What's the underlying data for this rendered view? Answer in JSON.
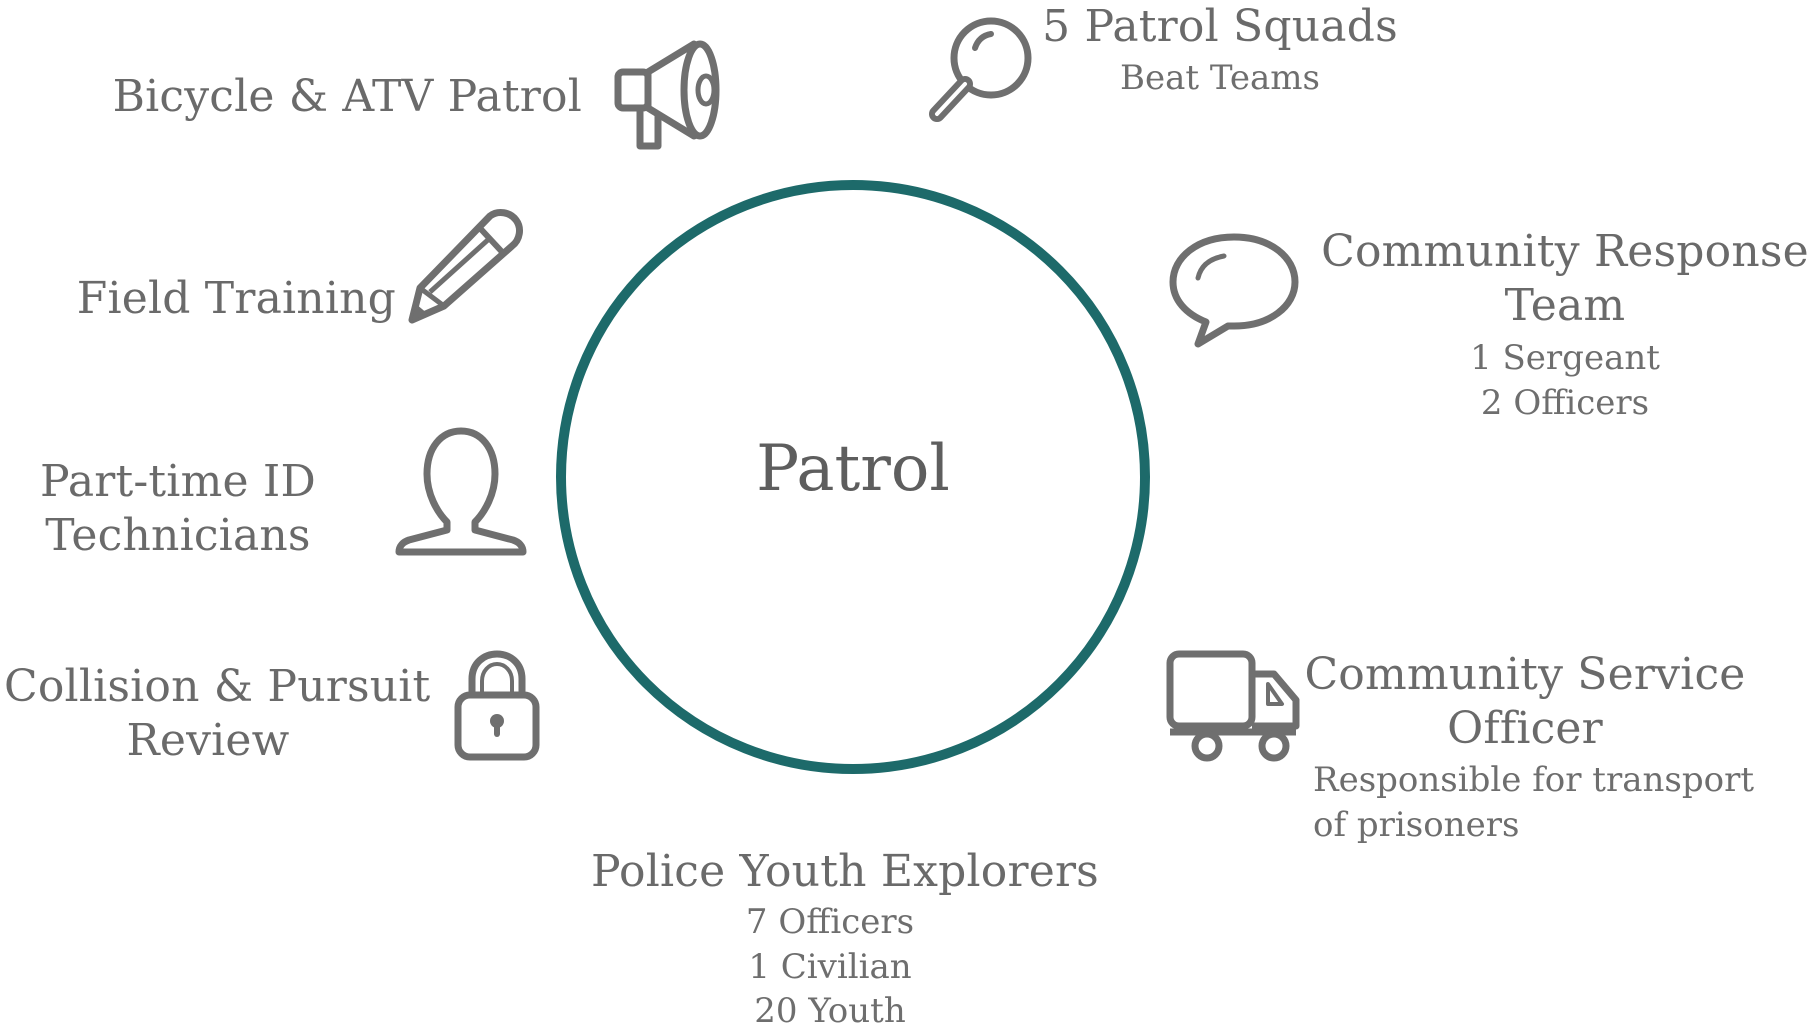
{
  "center": {
    "label": "Patrol",
    "ring_color": "#1d6a6a"
  },
  "icon_color": "#6f6f6f",
  "nodes": {
    "patrol_squads": {
      "title": "5 Patrol Squads",
      "details": [
        "Beat Teams"
      ],
      "icon": "magnifier-icon"
    },
    "community_response": {
      "title": [
        "Community Response",
        "Team"
      ],
      "details": [
        "1 Sergeant",
        "2 Officers"
      ],
      "icon": "speech-bubble-icon"
    },
    "community_service": {
      "title": [
        "Community Service",
        "Officer"
      ],
      "details": [
        "Responsible for transport",
        "of prisoners"
      ],
      "icon": "truck-icon"
    },
    "youth_explorers": {
      "title": "Police Youth Explorers",
      "details": [
        "7 Officers",
        "1 Civilian",
        "20 Youth"
      ]
    },
    "collision_review": {
      "title": [
        "Collision & Pursuit",
        "Review"
      ],
      "icon": "padlock-icon"
    },
    "id_technicians": {
      "title": [
        "Part-time ID",
        "Technicians"
      ],
      "icon": "person-icon"
    },
    "field_training": {
      "title": "Field Training",
      "icon": "pencil-icon"
    },
    "bicycle_atv": {
      "title": "Bicycle & ATV Patrol",
      "icon": "megaphone-icon"
    }
  }
}
